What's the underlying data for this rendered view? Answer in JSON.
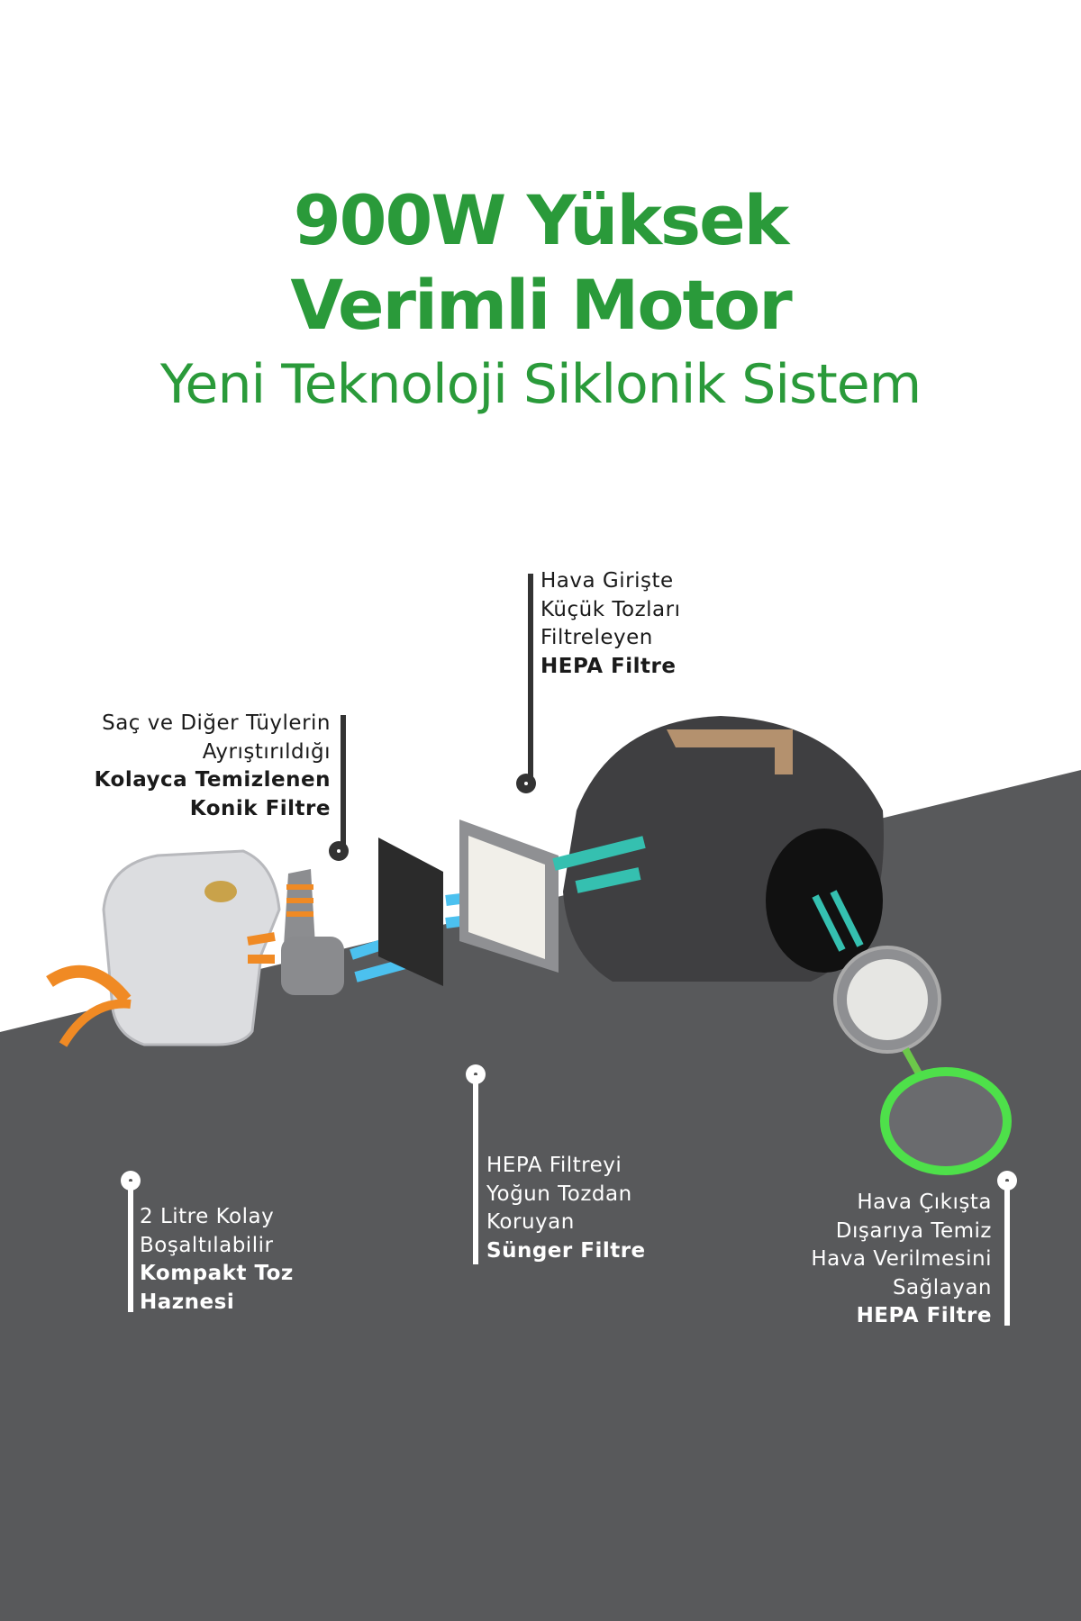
{
  "header": {
    "title_line1": "900W Yüksek",
    "title_line2": "Verimli Motor",
    "subtitle": "Yeni Teknoloji Siklonik Sistem"
  },
  "colors": {
    "accent": "#2a9a3a",
    "background_gray": "#58595b"
  },
  "callouts": {
    "hepa_inlet": {
      "lines": [
        "Hava Girişte",
        "Küçük Tozları",
        "Filtreleyen"
      ],
      "bold": "HEPA Filtre"
    },
    "conic": {
      "lines": [
        "Saç ve Diğer Tüylerin",
        "Ayrıştırıldığı"
      ],
      "bold1": "Kolayca Temizlenen",
      "bold2": "Konik Filtre"
    },
    "dust": {
      "lines": [
        "2 Litre Kolay",
        "Boşaltılabilir"
      ],
      "bold1": "Kompakt Toz",
      "bold2": "Haznesi"
    },
    "sponge": {
      "lines": [
        "HEPA Filtreyi",
        "Yoğun Tozdan",
        "Koruyan"
      ],
      "bold": "Sünger Filtre"
    },
    "hepa_outlet": {
      "lines": [
        "Hava Çıkışta",
        "Dışarıya Temiz",
        "Hava Verilmesini",
        "Sağlayan"
      ],
      "bold": "HEPA Filtre"
    }
  }
}
